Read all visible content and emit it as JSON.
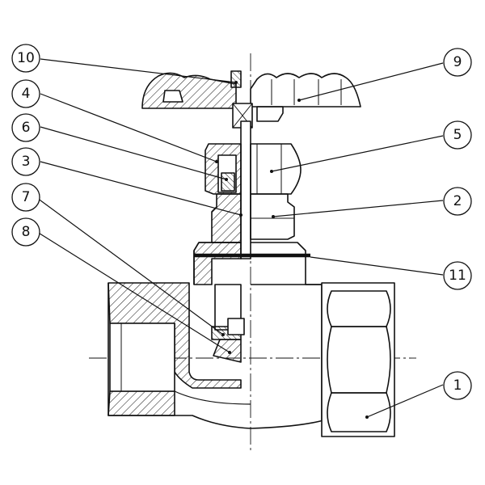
{
  "diagram": {
    "callouts": [
      {
        "id": "10",
        "label": "10"
      },
      {
        "id": "4",
        "label": "4"
      },
      {
        "id": "6",
        "label": "6"
      },
      {
        "id": "3",
        "label": "3"
      },
      {
        "id": "7",
        "label": "7"
      },
      {
        "id": "8",
        "label": "8"
      },
      {
        "id": "9",
        "label": "9"
      },
      {
        "id": "5",
        "label": "5"
      },
      {
        "id": "2",
        "label": "2"
      },
      {
        "id": "11",
        "label": "11"
      },
      {
        "id": "1",
        "label": "1"
      }
    ]
  }
}
